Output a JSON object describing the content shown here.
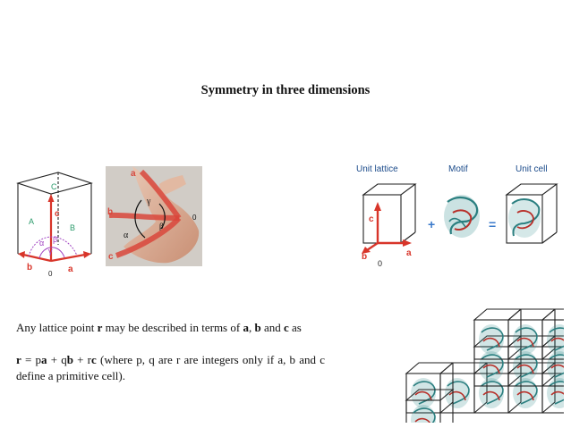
{
  "slide": {
    "title": "Symmetry in three dimensions",
    "paragraph1": {
      "t1": "Any lattice point ",
      "b1": "r",
      "t2": " may be described in terms of ",
      "b2": "a",
      "t3": ", ",
      "b3": "b",
      "t4": " and ",
      "b4": "c",
      "t5": " as"
    },
    "paragraph2": {
      "b1": "r",
      "t1": " = p",
      "b2": "a",
      "t2": " + q",
      "b3": "b",
      "t3": " + r",
      "b4": "c",
      "t4": " (where p, q are r are integers only if a, b and c define a primitive cell)."
    }
  },
  "cell_diagram": {
    "face_labels": {
      "c_face": "C",
      "a_face": "A",
      "b_face": "B"
    },
    "vector_labels": {
      "a": "a",
      "b": "b",
      "c": "c"
    },
    "angle_labels": {
      "alpha": "α",
      "beta": "β",
      "gamma": "γ"
    },
    "origin": "0",
    "colors": {
      "vector": "#d8352a",
      "face_label": "#2a9a6a",
      "angle": "#a040c0",
      "edge": "#222222"
    }
  },
  "hand_photo": {
    "labels": {
      "a": "a",
      "b": "b",
      "c": "c",
      "alpha": "α",
      "beta": "β",
      "gamma": "γ",
      "origin": "0"
    }
  },
  "unit_cell_panel": {
    "headings": {
      "lattice": "Unit lattice",
      "motif": "Motif",
      "cell": "Unit cell"
    },
    "operators": {
      "plus": "+",
      "equals": "="
    },
    "vector_labels": {
      "a": "a",
      "b": "b",
      "c": "c"
    },
    "origin": "0",
    "colors": {
      "heading": "#1a4a8a",
      "vector": "#d8352a",
      "operator": "#3a7acb"
    }
  }
}
